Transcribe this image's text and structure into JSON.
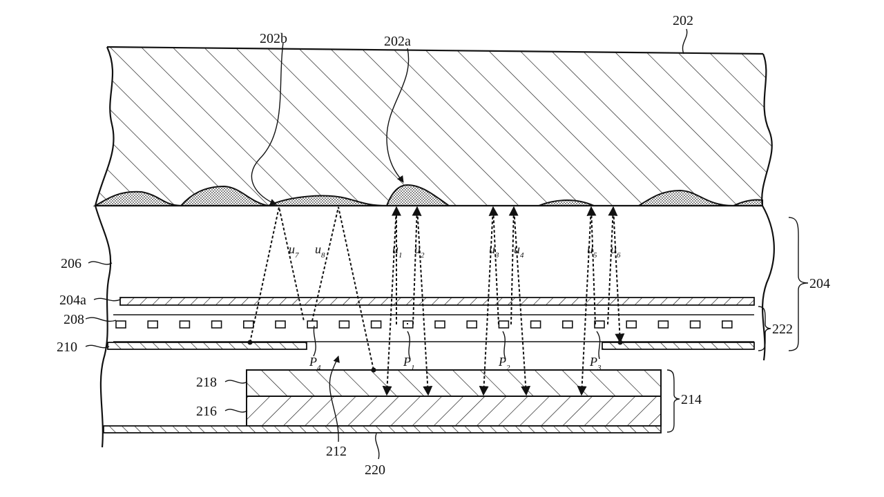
{
  "labels": {
    "l202": "202",
    "l202a": "202a",
    "l202b": "202b",
    "l204": "204",
    "l204a": "204a",
    "l206": "206",
    "l208": "208",
    "l210": "210",
    "l212": "212",
    "l214": "214",
    "l216": "216",
    "l218": "218",
    "l220": "220",
    "l222": "222"
  },
  "rays": [
    {
      "letter": "u",
      "sub": "7"
    },
    {
      "letter": "u",
      "sub": "8"
    },
    {
      "letter": "u",
      "sub": "1"
    },
    {
      "letter": "u",
      "sub": "2"
    },
    {
      "letter": "u",
      "sub": "3"
    },
    {
      "letter": "u",
      "sub": "4"
    },
    {
      "letter": "u",
      "sub": "5"
    },
    {
      "letter": "u",
      "sub": "6"
    }
  ],
  "points": [
    {
      "letter": "P",
      "sub": "4"
    },
    {
      "letter": "P",
      "sub": "1"
    },
    {
      "letter": "P",
      "sub": "2"
    },
    {
      "letter": "P",
      "sub": "3"
    }
  ]
}
